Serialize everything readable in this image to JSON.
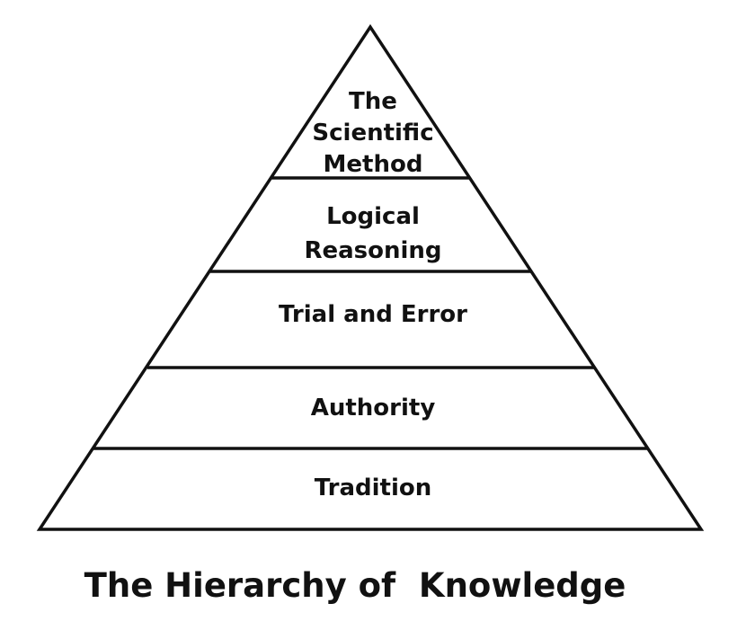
{
  "title": "The Hierarchy of  Knowledge",
  "tiers": [
    {
      "lines": [
        "The",
        "Scientific",
        "Method"
      ]
    },
    {
      "lines": [
        "Logical",
        "Reasoning"
      ]
    },
    {
      "lines": [
        "Trial and Error"
      ]
    },
    {
      "lines": [
        "Authority"
      ]
    },
    {
      "lines": [
        "Tradition"
      ]
    }
  ],
  "colors": {
    "stroke": "#111111",
    "fill": "#ffffff",
    "text": "#111111"
  }
}
